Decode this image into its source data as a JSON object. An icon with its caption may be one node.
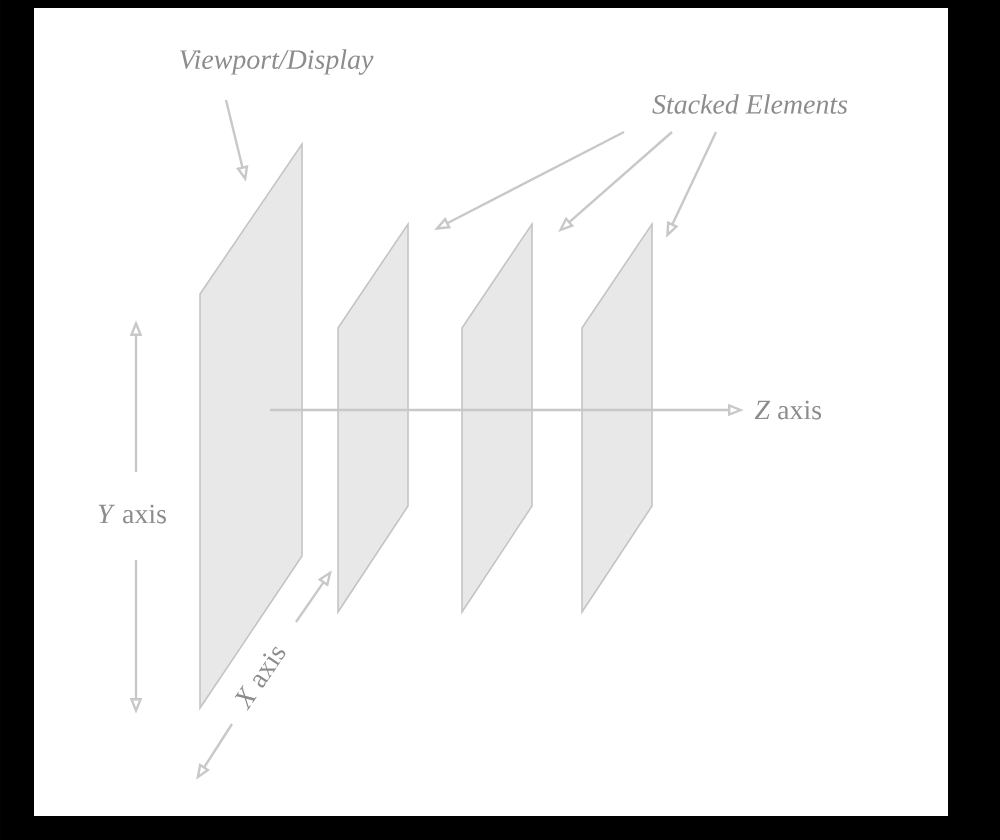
{
  "diagram": {
    "nodes": [
      {
        "text": [
          "Viewport/Display"
        ]
      },
      {
        "text": [
          "Stacked Elements"
        ]
      },
      {
        "text": [],
        "shape": "box"
      },
      {
        "text": [],
        "shape": "box"
      },
      {
        "text": [],
        "shape": "box"
      },
      {
        "text": [],
        "shape": "box"
      }
    ],
    "edges": [
      {
        "from": 0,
        "to": 2,
        "arrow": "to"
      },
      {
        "from": 1,
        "to": 3,
        "arrow": "to"
      },
      {
        "from": 1,
        "to": 4,
        "arrow": "to"
      },
      {
        "from": 1,
        "to": 5,
        "arrow": "to"
      }
    ],
    "labels": [
      "*Z* axis",
      "*Y* axis",
      "*X* axis"
    ]
  }
}
